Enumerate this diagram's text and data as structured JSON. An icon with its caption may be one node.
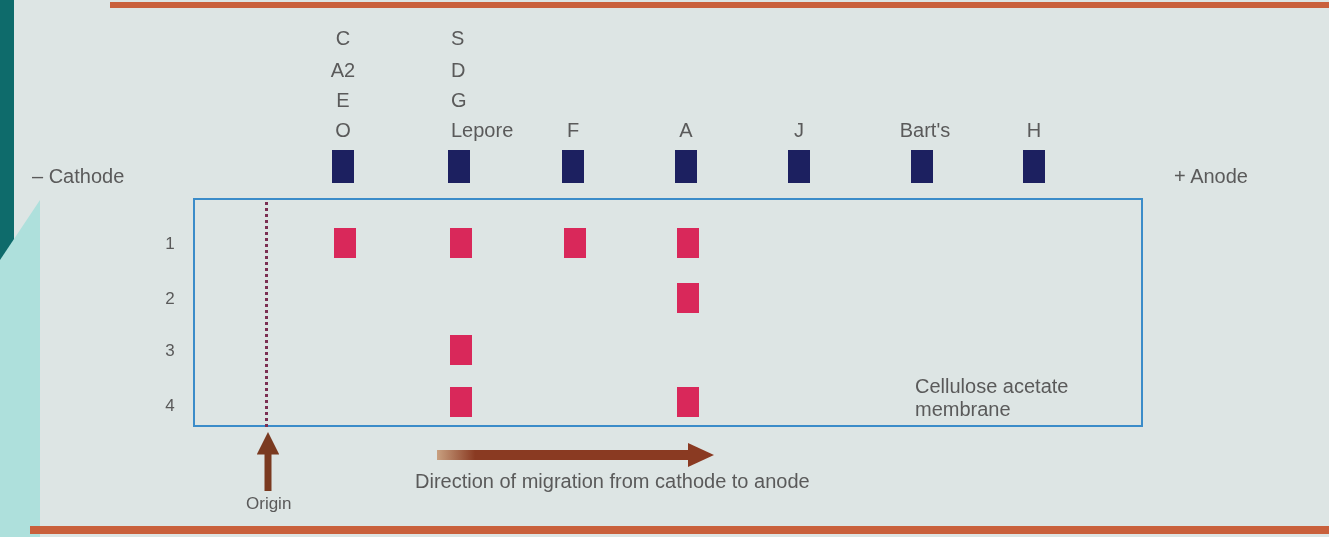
{
  "diagram": {
    "nodes": [
      {
        "text": [
          "Cellulose acetate membrane"
        ]
      },
      {
        "text": [],
        "shape": "line",
        "in": 0
      },
      {
        "text": [
          "Origin"
        ]
      }
    ],
    "edges": [
      {
        "from": 2,
        "to": 1,
        "arrow": "to"
      }
    ],
    "labels": [
      "C",
      "S",
      "A2",
      "D",
      "E",
      "G",
      "O",
      "Lepore",
      "F",
      "A",
      "J",
      "Bart's",
      "H",
      "– Cathode",
      "+ Anode",
      "1",
      "2",
      "3",
      "4",
      "Direction of migration from cathode to anode"
    ]
  }
}
